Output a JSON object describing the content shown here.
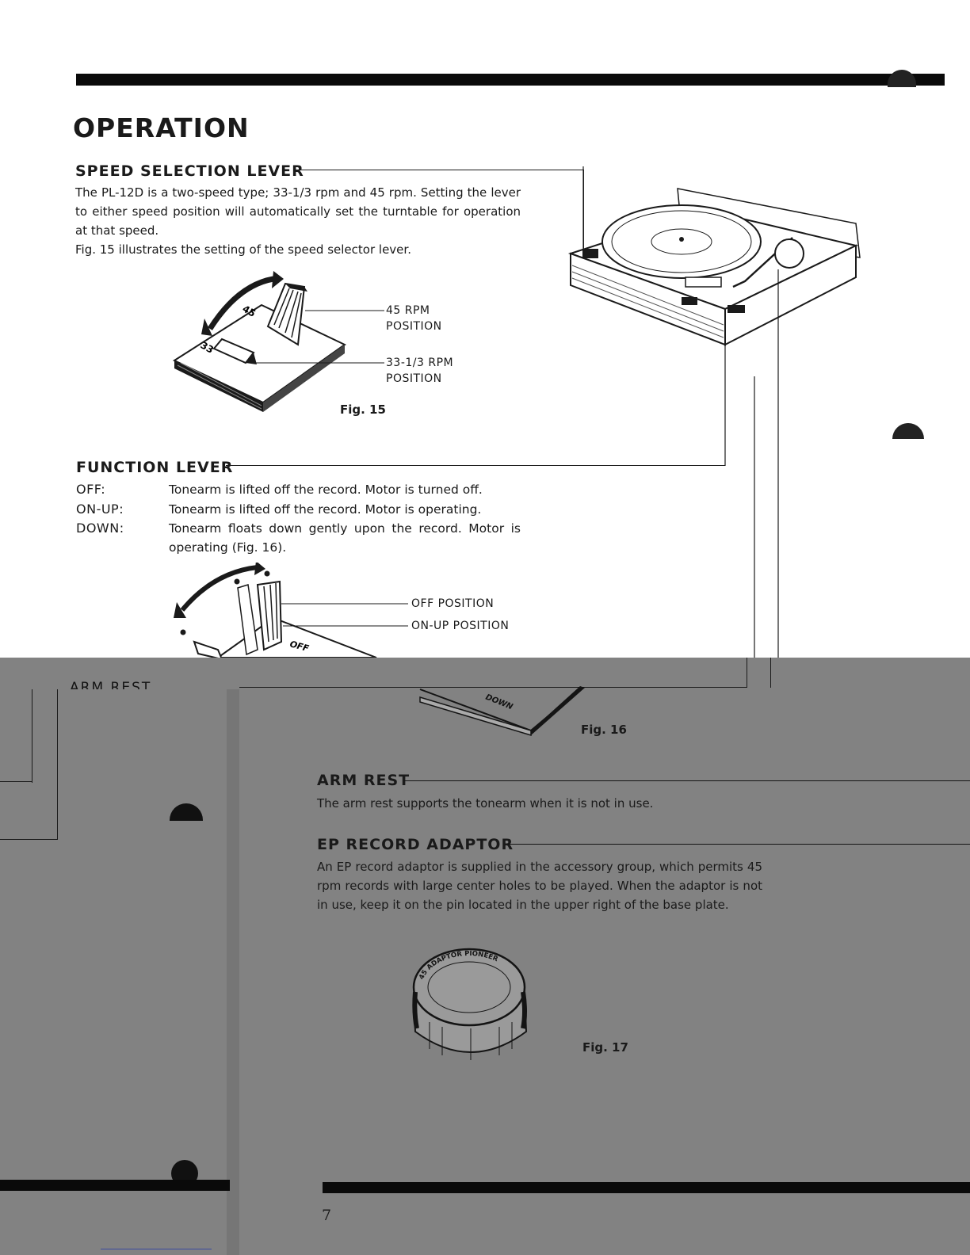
{
  "page": {
    "title": "OPERATION"
  },
  "speed_selection": {
    "heading": "SPEED SELECTION LEVER",
    "paragraph_1": "The PL-12D is a two-speed type; 33-1/3 rpm and 45 rpm. Setting the lever to either speed position will automatically set the turntable for operation at that speed.",
    "paragraph_2": "Fig. 15 illustrates the setting of the speed selector lever.",
    "callout_45_line1": "45 RPM",
    "callout_45_line2": "POSITION",
    "callout_33_line1": "33-1/3 RPM",
    "callout_33_line2": "POSITION",
    "lever_mark_45": "45",
    "lever_mark_33": "33",
    "figure_caption": "Fig. 15"
  },
  "function_lever": {
    "heading": "FUNCTION LEVER",
    "rows": [
      {
        "term": "OFF:",
        "definition": "Tonearm is lifted off the record. Motor is turned off."
      },
      {
        "term": "ON-UP:",
        "definition": "Tonearm is lifted off the record. Motor is operating."
      },
      {
        "term": "DOWN:",
        "definition": "Tonearm floats down gently upon the record. Motor is operating (Fig. 16)."
      }
    ],
    "callout_off": "OFF POSITION",
    "callout_onup": "ON-UP POSITION",
    "lever_mark_off": "OFF",
    "lever_mark_down": "DOWN",
    "figure_caption": "Fig. 16"
  },
  "cut_off_heading": "ARM REST",
  "arm_rest": {
    "heading": "ARM REST",
    "text": "The arm rest supports the tonearm when it is not in use."
  },
  "ep_adaptor": {
    "heading": "EP RECORD ADAPTOR",
    "text": "An EP record adaptor is supplied in the accessory group, which permits 45 rpm records with large center holes to be played. When the adaptor is not in use, keep it on the pin located in the upper right of the base plate.",
    "rim_text": "45 ADAPTOR PIONEER",
    "figure_caption": "Fig. 17"
  },
  "footer": {
    "page_number": "7"
  },
  "colors": {
    "lower_panel": "#828282",
    "ink": "#141414",
    "bar": "#0a0a0a"
  }
}
